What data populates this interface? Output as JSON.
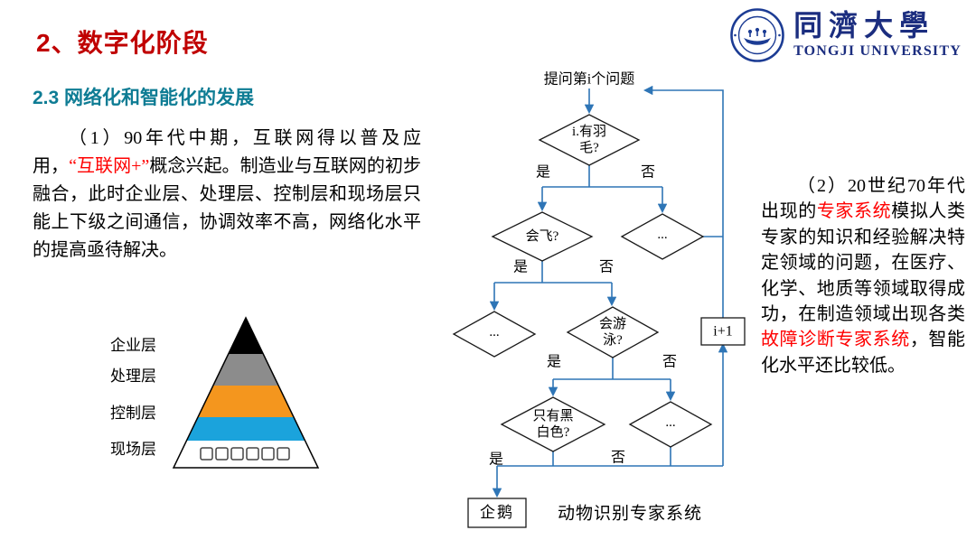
{
  "slide": {
    "title": "2、数字化阶段",
    "subtitle": "2.3 网络化和智能化的发展"
  },
  "logo": {
    "name_cn": "同濟大學",
    "name_en": "TONGJI UNIVERSITY"
  },
  "left_paragraph": {
    "seg1": "（1）90年代中期，互联网得以普及应用，",
    "seg2_red": "“互联网+”",
    "seg3": "概念兴起。制造业与互联网的初步融合，此时企业层、处理层、控制层和现场层只能上下级之间通信，协调效率不高，网络化水平的提高亟待解决。"
  },
  "right_paragraph": {
    "seg1": "（2）20世纪70年代出现的",
    "seg2_red": "专家系统",
    "seg3": "模拟人类专家的知识和经验解决特定领域的问题，在医疗、化学、地质等领域取得成功，在制造领域出现各类",
    "seg4_red": "故障诊断专家系统",
    "seg5": "，智能化水平还比较低。"
  },
  "pyramid": {
    "layers": [
      {
        "label": "企业层",
        "color": "#000000"
      },
      {
        "label": "处理层",
        "color": "#8C8C8C"
      },
      {
        "label": "控制层",
        "color": "#F4961E"
      },
      {
        "label": "现场层",
        "color": "#1BA3DC"
      }
    ]
  },
  "flowchart": {
    "start": "提问第i个问题",
    "q1": [
      "i.有羽",
      "毛?"
    ],
    "q2": "会飞?",
    "q3": [
      "会游",
      "泳?"
    ],
    "q4": [
      "只有黑",
      "白色?"
    ],
    "dots": "...",
    "yes": "是",
    "no": "否",
    "increment": "i+1",
    "result": "企鹅",
    "caption": "动物识别专家系统"
  },
  "colors": {
    "title_red": "#C00000",
    "subtitle_teal": "#0E7C94",
    "highlight_red": "#FF0000",
    "flow_blue": "#2E75B6",
    "logo_navy": "#1B2D7F"
  }
}
